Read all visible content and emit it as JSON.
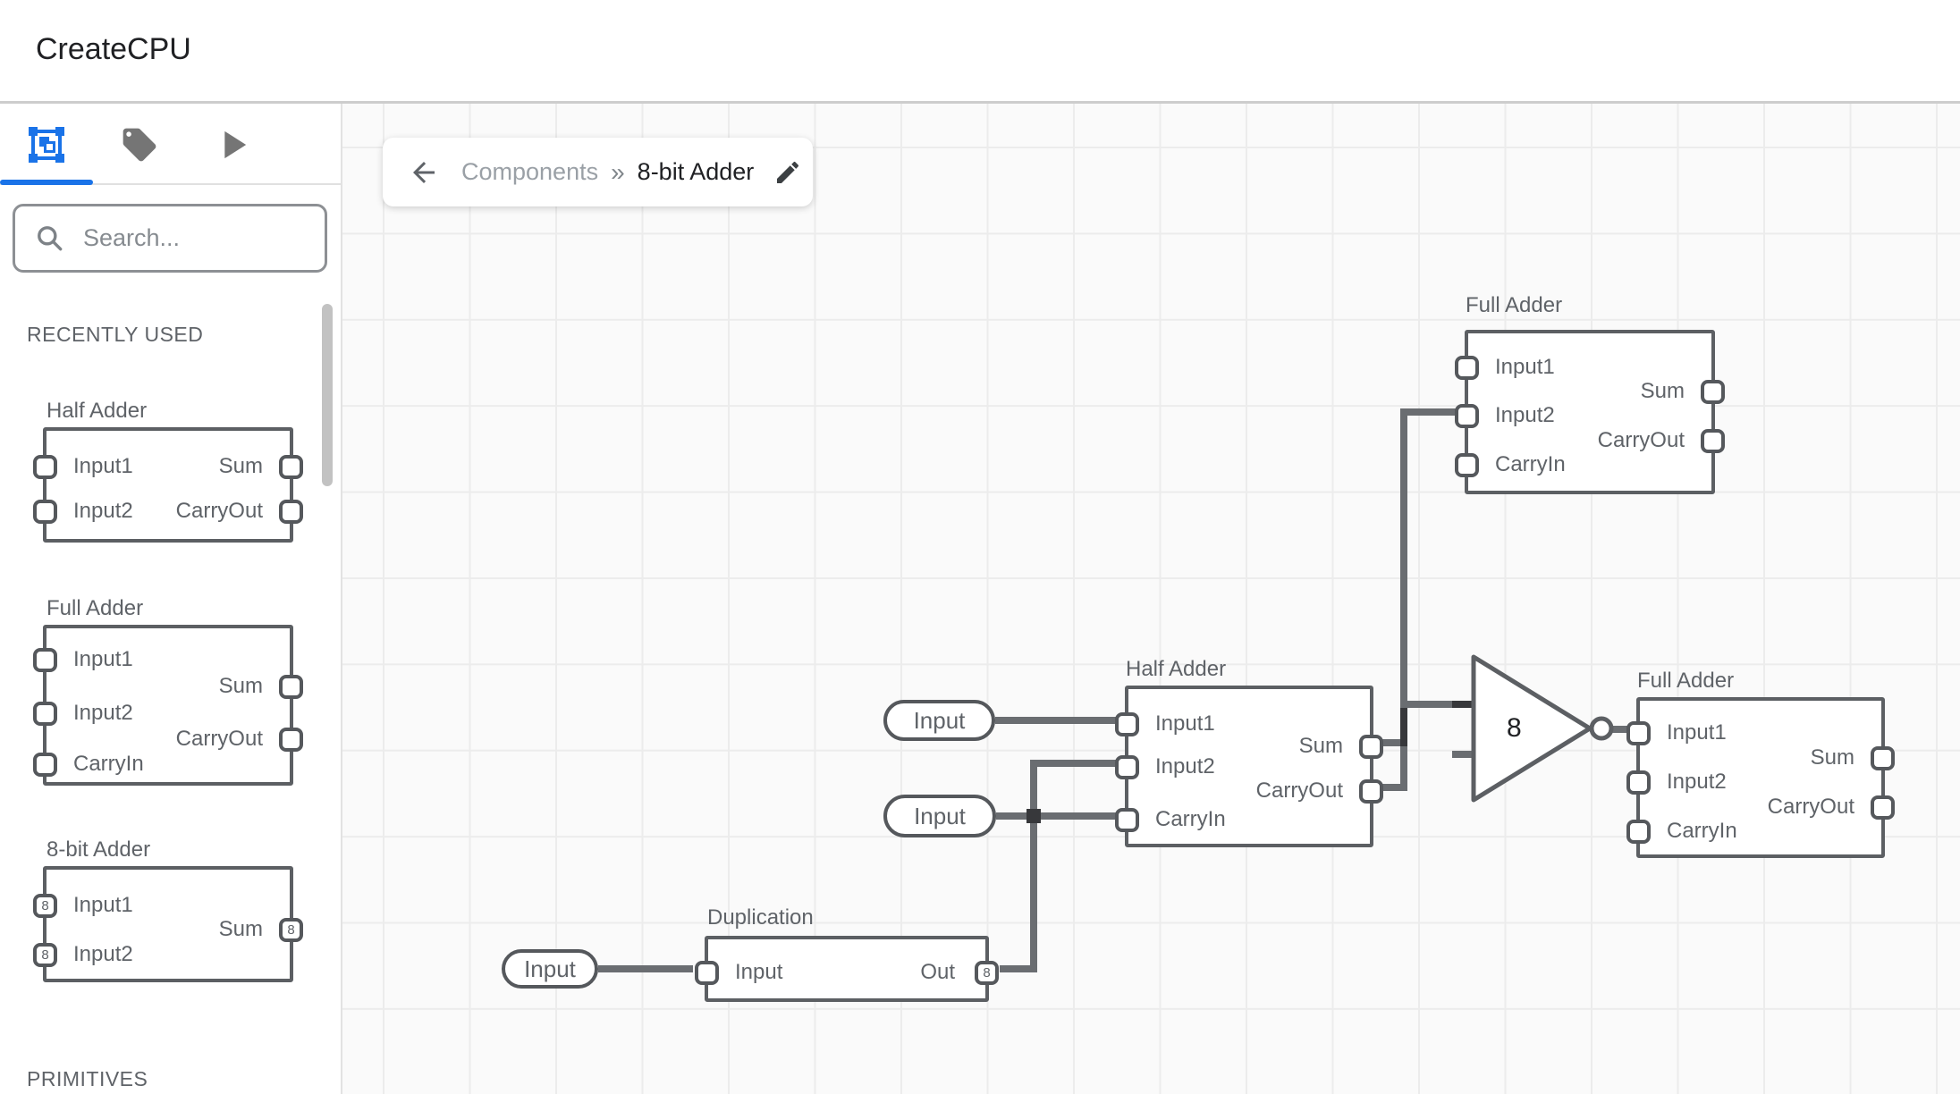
{
  "header": {
    "title": "CreateCPU"
  },
  "sidebar": {
    "tabs": [
      {
        "icon": "component-select-icon",
        "active": true
      },
      {
        "icon": "tag-icon",
        "active": false
      },
      {
        "icon": "play-icon",
        "active": false
      }
    ],
    "search_placeholder": "Search...",
    "sections": {
      "recent": "RECENTLY USED",
      "primitives": "PRIMITIVES"
    },
    "items": [
      {
        "label": "Half Adder",
        "in1": "Input1",
        "in2": "Input2",
        "out1": "Sum",
        "out2": "CarryOut"
      },
      {
        "label": "Full Adder",
        "in1": "Input1",
        "in2": "Input2",
        "in3": "CarryIn",
        "out1": "Sum",
        "out2": "CarryOut"
      },
      {
        "label": "8-bit Adder",
        "in1": "Input1",
        "in2": "Input2",
        "out1": "Sum",
        "bits": "8"
      }
    ]
  },
  "breadcrumb": {
    "root": "Components",
    "separator": "»",
    "current": "8-bit Adder"
  },
  "canvas": {
    "fa_top": {
      "title": "Full Adder",
      "in1": "Input1",
      "in2": "Input2",
      "in3": "CarryIn",
      "out1": "Sum",
      "out2": "CarryOut"
    },
    "ha_mid": {
      "title": "Half Adder",
      "in1": "Input1",
      "in2": "Input2",
      "in3": "CarryIn",
      "out1": "Sum",
      "out2": "CarryOut"
    },
    "fa_right": {
      "title": "Full Adder",
      "in1": "Input1",
      "in2": "Input2",
      "in3": "CarryIn",
      "out1": "Sum",
      "out2": "CarryOut"
    },
    "dup": {
      "title": "Duplication",
      "in1": "Input",
      "out1": "Out",
      "out1_bits": "8"
    },
    "inverter": {
      "value": "8"
    },
    "pill1": "Input",
    "pill2": "Input",
    "pill3": "Input"
  },
  "colors": {
    "accent": "#1a73e8",
    "component_stroke": "#5c5f63",
    "wire": "#6a6d71",
    "wire_overlap": "#37383b",
    "canvas_bg": "#fafafa",
    "grid_line": "#ececec",
    "text_muted": "#5f6368",
    "text_dark": "#202124"
  }
}
